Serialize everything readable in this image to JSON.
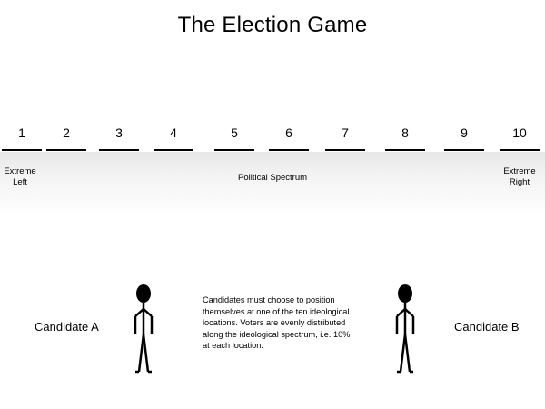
{
  "title": "The Election Game",
  "positions": [
    "1",
    "2",
    "3",
    "4",
    "5",
    "6",
    "7",
    "8",
    "9",
    "10"
  ],
  "labels": {
    "left_line1": "Extreme",
    "left_line2": "Left",
    "center": "Political Spectrum",
    "right_line1": "Extreme",
    "right_line2": "Right"
  },
  "candidates": {
    "a": "Candidate A",
    "b": "Candidate B"
  },
  "description": [
    "Candidates must choose to position",
    "themselves at one of the ten ideological",
    "locations. Voters are evenly distributed",
    "along the ideological spectrum, i.e. 10%",
    "at each location."
  ],
  "colors": {
    "background": "#ffffff",
    "text": "#000000",
    "band": "#e7e7e7"
  }
}
